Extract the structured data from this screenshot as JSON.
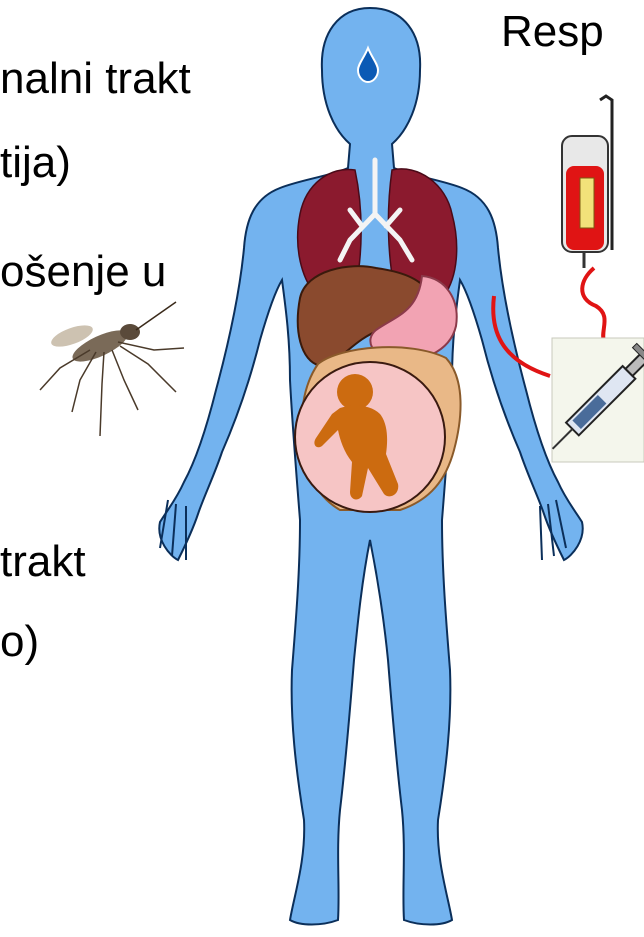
{
  "labels": {
    "top_right": "Resp",
    "gi_line1": "nalni trakt",
    "gi_line2": "tija)",
    "vector_line1": "ošenje u",
    "uro_line1": "trakt",
    "uro_line2": "o)"
  },
  "colors": {
    "body_skin": "#73b3ef",
    "body_outline": "#0b2f5a",
    "lung": "#8b1a2e",
    "liver": "#8a4a2e",
    "stomach": "#f2a3b3",
    "intestine": "#e9b887",
    "womb": "#f6c5c5",
    "fetus": "#cc6b10",
    "blood": "#e01414",
    "drop": "#0b5ab5"
  },
  "icons": {
    "drop": "water-drop-icon",
    "mosquito": "mosquito-icon",
    "blood_bag": "blood-bag-icon",
    "syringe": "syringe-icon"
  }
}
